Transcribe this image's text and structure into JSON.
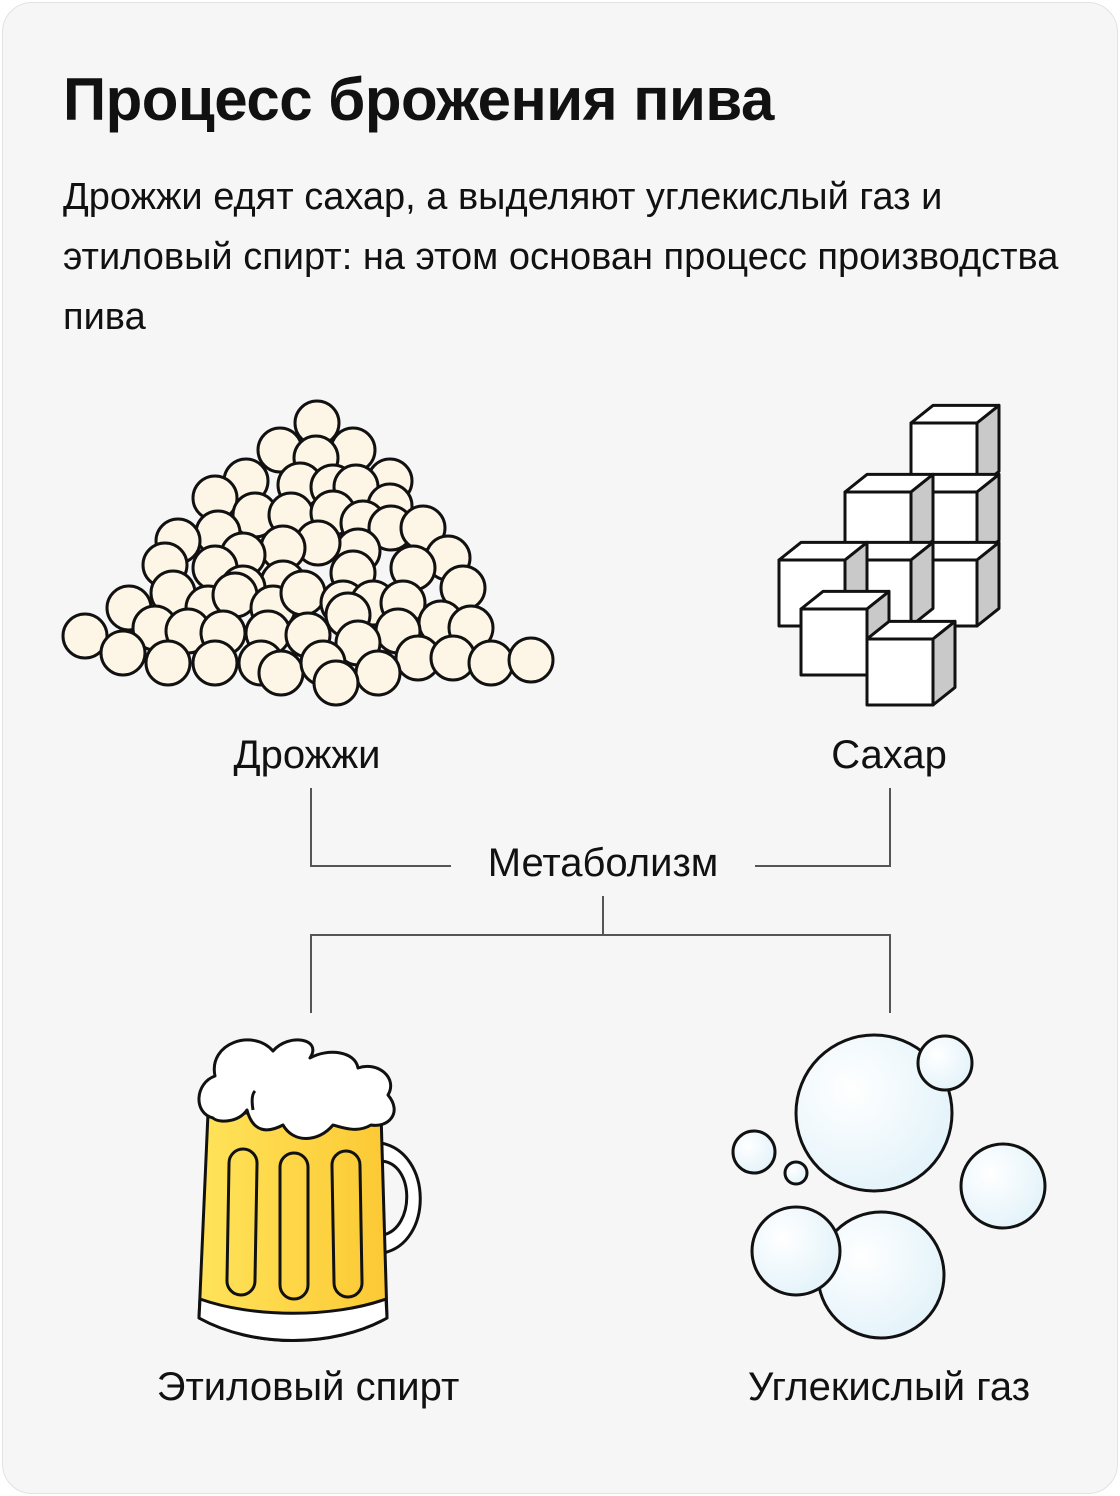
{
  "title": "Процесс брожения пива",
  "subtitle": "Дрожжи едят сахар, а выделяют углекислый газ и этиловый спирт: на этом основан процесс производства пива",
  "nodes": {
    "yeast": "Дрожжи",
    "sugar": "Сахар",
    "metabolism": "Метаболизм",
    "alcohol": "Этиловый спирт",
    "co2": "Углекислый газ"
  },
  "colors": {
    "background": "#f6f6f6",
    "yeast": "#fdf6e6",
    "beer_light": "#ffe35a",
    "beer_dark": "#fcc934",
    "bubble": "#eaf6fb"
  }
}
